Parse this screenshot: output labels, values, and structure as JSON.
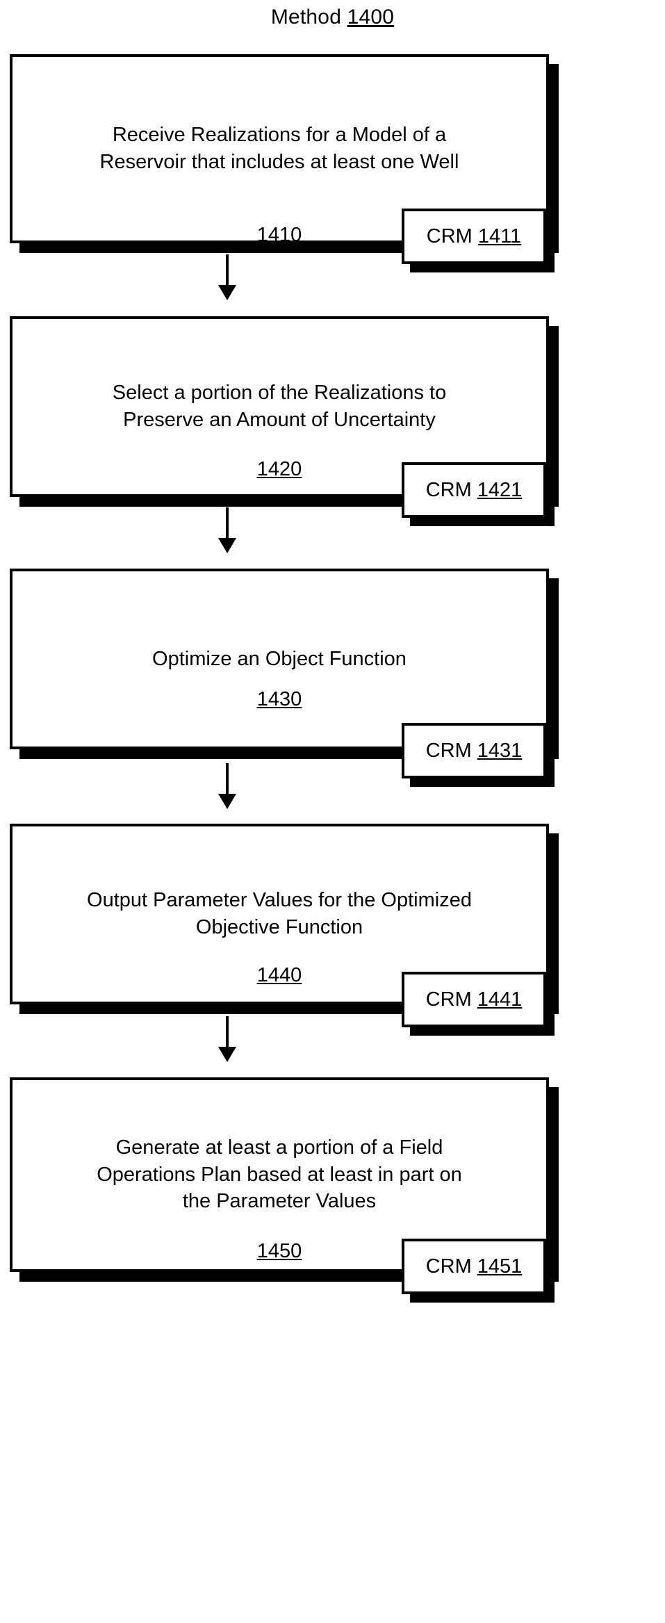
{
  "title": {
    "label": "Method",
    "number": "1400"
  },
  "steps": [
    {
      "text": "Receive Realizations for a Model of a\nReservoir that includes at least one Well",
      "number": "1410",
      "crm": {
        "label": "CRM",
        "number": "1411"
      }
    },
    {
      "text": "Select a portion of the Realizations to\nPreserve an Amount of Uncertainty",
      "number": "1420",
      "crm": {
        "label": "CRM",
        "number": "1421"
      }
    },
    {
      "text": "Optimize an Object Function",
      "number": "1430",
      "crm": {
        "label": "CRM",
        "number": "1431"
      }
    },
    {
      "text": "Output Parameter Values for the Optimized\nObjective Function",
      "number": "1440",
      "crm": {
        "label": "CRM",
        "number": "1441"
      }
    },
    {
      "text": "Generate at least a portion of a Field\nOperations Plan based at least in part on\nthe Parameter Values",
      "number": "1450",
      "crm": {
        "label": "CRM",
        "number": "1451"
      }
    }
  ]
}
